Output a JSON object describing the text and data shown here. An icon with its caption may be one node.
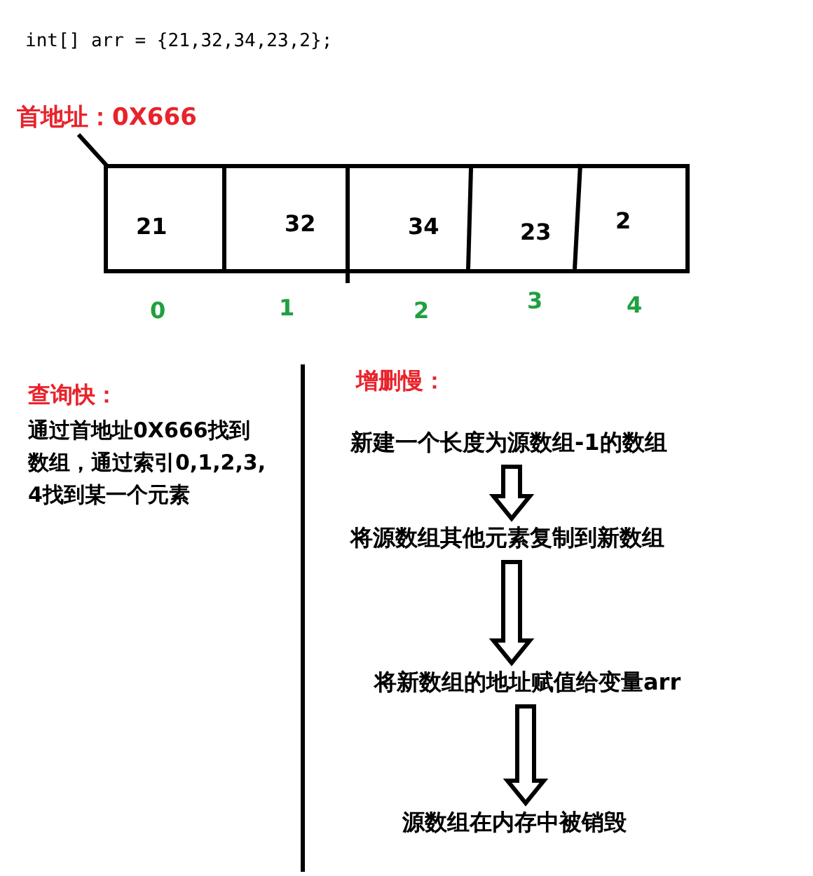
{
  "diagram": {
    "nodes": [
      {
        "text": [
          "首地址：0X666"
        ]
      },
      {
        "text": [],
        "shape": "box"
      },
      {
        "text": [
          "21"
        ],
        "in": 1
      },
      {
        "text": [
          "32"
        ],
        "in": 1
      },
      {
        "text": [
          "34"
        ],
        "in": 1
      },
      {
        "text": [
          "23"
        ],
        "in": 1
      },
      {
        "text": [
          "2"
        ],
        "in": 1
      },
      {
        "text": [
          "新建一个长度为源数组-1的数组"
        ]
      },
      {
        "text": [
          "将源数组其他元素复制到新数组"
        ]
      },
      {
        "text": [
          "将新数组的地址赋值给变量arr"
        ]
      },
      {
        "text": [
          "源数组在内存中被销毁"
        ]
      }
    ],
    "edges": [
      {
        "from": 0,
        "to": 1,
        "arrow": "none"
      },
      {
        "from": 7,
        "to": 8,
        "arrow": "to"
      },
      {
        "from": 8,
        "to": 9,
        "arrow": "to"
      },
      {
        "from": 9,
        "to": 10,
        "arrow": "to"
      }
    ],
    "labels": [
      "int[] arr = {21,32,34,23,2};",
      "0",
      "1",
      "2",
      "3",
      "4",
      "查询快：",
      "通过首地址0X666找到数组，通过索引0,1,2,3,4找到某一个元素",
      "增删慢："
    ]
  }
}
